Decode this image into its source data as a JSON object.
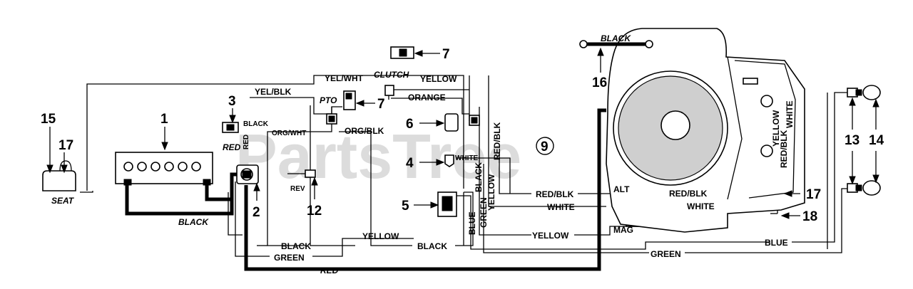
{
  "watermark": "PartsTree",
  "labels": {
    "seat": "SEAT",
    "black_top": "BLACK",
    "black_battery": "BLACK",
    "black_solenoid": "BLACK",
    "red_battery": "RED",
    "red_vertical": "RED",
    "red_bottom": "RED",
    "yel_wht": "YEL/WHT",
    "yel_blk": "YEL/BLK",
    "clutch": "CLUTCH",
    "pto": "PTO",
    "rev": "REV",
    "yellow_top": "YELLOW",
    "orange": "ORANGE",
    "org_wht": "ORG/WHT",
    "org_blk": "ORG/BLK",
    "red_blk_vert": "RED/BLK",
    "white_small": "WHITE",
    "black_vert": "BLACK",
    "yellow_vert": "YELLOW",
    "blue_vert": "BLUE",
    "green_vert": "GREEN",
    "red_blk_alt": "RED/BLK",
    "alt": "ALT",
    "white_alt": "WHITE",
    "yellow_bottom": "YELLOW",
    "yellow_bottom2": "YELLOW",
    "mag": "MAG",
    "black_bottom": "BLACK",
    "black_bottom2": "BLACK",
    "green_bottom": "GREEN",
    "green_bottom2": "GREEN",
    "blue_bottom": "BLUE",
    "red_blk_engine": "RED/BLK",
    "white_engine": "WHITE",
    "yellow_engine": "YELLOW",
    "red_blk_engine_v": "RED/BLK",
    "white_engine_v": "WHITE"
  },
  "callouts": {
    "c1": "1",
    "c2": "2",
    "c3": "3",
    "c4": "4",
    "c5": "5",
    "c6": "6",
    "c7a": "7",
    "c7b": "7",
    "c9": "9",
    "c12": "12",
    "c13": "13",
    "c14": "14",
    "c15": "15",
    "c16": "16",
    "c17a": "17",
    "c17b": "17",
    "c18": "18"
  }
}
